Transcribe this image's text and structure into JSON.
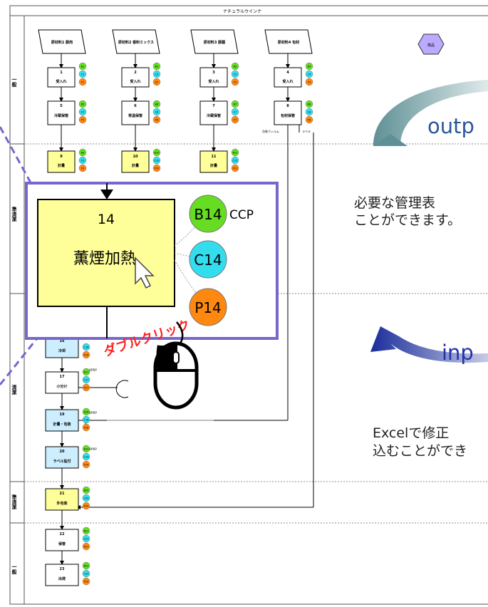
{
  "title": "ナチュラルウインナ",
  "lanes": [
    "一般",
    "準清潔",
    "清潔",
    "準清潔",
    "一般"
  ],
  "materials": [
    "原材料1 豚肉",
    "原材料2 香料ミックス",
    "原材料3 豚腸",
    "原材料4 包材"
  ],
  "hex_label": "検品",
  "steps": {
    "s1": {
      "num": "1",
      "label": "受入れ"
    },
    "s2": {
      "num": "2",
      "label": "受入れ"
    },
    "s3": {
      "num": "3",
      "label": "受入れ"
    },
    "s4": {
      "num": "4",
      "label": "受入れ"
    },
    "s5": {
      "num": "5",
      "label": "冷蔵保管"
    },
    "s6": {
      "num": "6",
      "label": "常温保管"
    },
    "s7": {
      "num": "7",
      "label": "冷蔵保管"
    },
    "s8": {
      "num": "8",
      "label": "包材保管"
    },
    "s9": {
      "num": "9",
      "label": "計量"
    },
    "s10": {
      "num": "10",
      "label": "計量"
    },
    "s11": {
      "num": "11",
      "label": "計量"
    },
    "s16": {
      "num": "16",
      "label": "冷却"
    },
    "s17": {
      "num": "17",
      "label": "小分け"
    },
    "s19": {
      "num": "19",
      "label": "計量・包装"
    },
    "s20": {
      "num": "20",
      "label": "ラベル貼付"
    },
    "s21": {
      "num": "21",
      "label": "外包装"
    },
    "s22": {
      "num": "22",
      "label": "保管"
    },
    "s23": {
      "num": "23",
      "label": "出荷"
    }
  },
  "badges": {
    "r1": [
      "B1",
      "C1",
      "P1"
    ],
    "r2": [
      "B2",
      "C2",
      "P2"
    ],
    "r3": [
      "B3",
      "C3",
      "P3"
    ],
    "r4": [
      "B4",
      "C4",
      "P4"
    ],
    "r5": [
      "B5",
      "C5",
      "P5"
    ],
    "r6": [
      "B6",
      "C6",
      "P6"
    ],
    "r7": [
      "B7",
      "C7",
      "P7"
    ],
    "r8": [
      "B8",
      "C8",
      "P8"
    ],
    "r9": [
      "B9",
      "C9",
      "P9"
    ],
    "r10": [
      "B10",
      "C10",
      "P10"
    ],
    "r11": [
      "B11",
      "C11",
      "P11"
    ],
    "r16": [
      "",
      "C16",
      "P16"
    ],
    "r17": [
      "B17",
      "C17",
      "P17"
    ],
    "r19": [
      "B18",
      "C18",
      "P18"
    ],
    "r20": [
      "B19",
      "C19",
      "P19"
    ],
    "r21": [
      "B20",
      "C20",
      "P20"
    ],
    "r22": [
      "B21",
      "C21",
      "P21"
    ],
    "r23": [
      "B22",
      "C22",
      "P22"
    ]
  },
  "oprp": "OPRP",
  "pkg_labels": [
    "包装フィルム",
    "ラベル"
  ],
  "zoom": {
    "step_num": "14",
    "step_label": "薫煙加熱",
    "badge_b": "B14",
    "badge_c": "C14",
    "badge_p": "P14",
    "ccp": "CCP"
  },
  "double_click": "ダブルクリック",
  "output": {
    "label": "outp",
    "desc_line1": "必要な管理表",
    "desc_line2": "ことができます。"
  },
  "input": {
    "label": "inp",
    "desc_line1": "Excelで修正",
    "desc_line2": "込むことができ"
  },
  "colors": {
    "step_fill_yellow": "#ffff99",
    "step_fill_cyan": "#cceeff",
    "badge_green": "#66dd22",
    "badge_cyan": "#33ddee",
    "badge_orange": "#ff8811",
    "frame_border": "#7766cc",
    "hex_fill": "#bbaaff",
    "double_click_red": "#ff2222",
    "output_text": "#2b5797",
    "input_arrow": "#2233aa"
  }
}
